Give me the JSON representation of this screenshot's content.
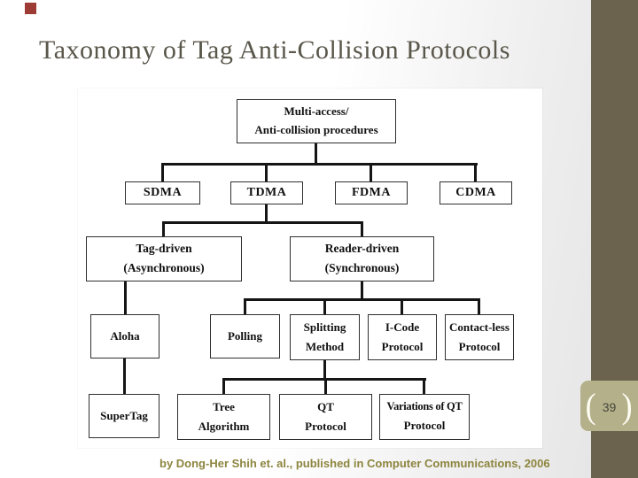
{
  "slide": {
    "title": "Taxonomy of Tag Anti-Collision Protocols",
    "caption": "by Dong-Her Shih et. al., published in Computer Communications, 2006",
    "page_number": "39",
    "page_bracket_left": "(",
    "page_bracket_right": ")",
    "colors": {
      "title_text": "#59564a",
      "caption_text": "#8d853f",
      "sidebar": "#6b634e",
      "page_tab": "#b4b08a",
      "red_marker": "#9d3b35",
      "diagram_lines": "#151515"
    }
  },
  "diagram": {
    "type": "taxonomy-tree",
    "nodes": {
      "root": {
        "line1": "Multi-access/",
        "line2": "Anti-collision procedures"
      },
      "sdma": {
        "line1": "SDMA"
      },
      "tdma": {
        "line1": "TDMA"
      },
      "fdma": {
        "line1": "FDMA"
      },
      "cdma": {
        "line1": "CDMA"
      },
      "tag_driven": {
        "line1": "Tag-driven",
        "line2": "(Asynchronous)"
      },
      "reader_driven": {
        "line1": "Reader-driven",
        "line2": "(Synchronous)"
      },
      "aloha": {
        "line1": "Aloha"
      },
      "polling": {
        "line1": "Polling"
      },
      "splitting": {
        "line1": "Splitting",
        "line2": "Method"
      },
      "icode": {
        "line1": "I-Code",
        "line2": "Protocol"
      },
      "contactless": {
        "line1": "Contact-less",
        "line2": "Protocol"
      },
      "supertag": {
        "line1": "SuperTag"
      },
      "tree": {
        "line1": "Tree",
        "line2": "Algorithm"
      },
      "qt": {
        "line1": "QT",
        "line2": "Protocol"
      },
      "variations": {
        "line1": "Variations of QT",
        "line2": "Protocol"
      }
    },
    "edges": [
      "root->sdma",
      "root->tdma",
      "root->fdma",
      "root->cdma",
      "tdma->tag_driven",
      "tdma->reader_driven",
      "tag_driven->aloha",
      "reader_driven->polling",
      "reader_driven->splitting",
      "reader_driven->icode",
      "reader_driven->contactless",
      "aloha->supertag",
      "splitting->tree",
      "splitting->qt",
      "splitting->variations"
    ]
  }
}
